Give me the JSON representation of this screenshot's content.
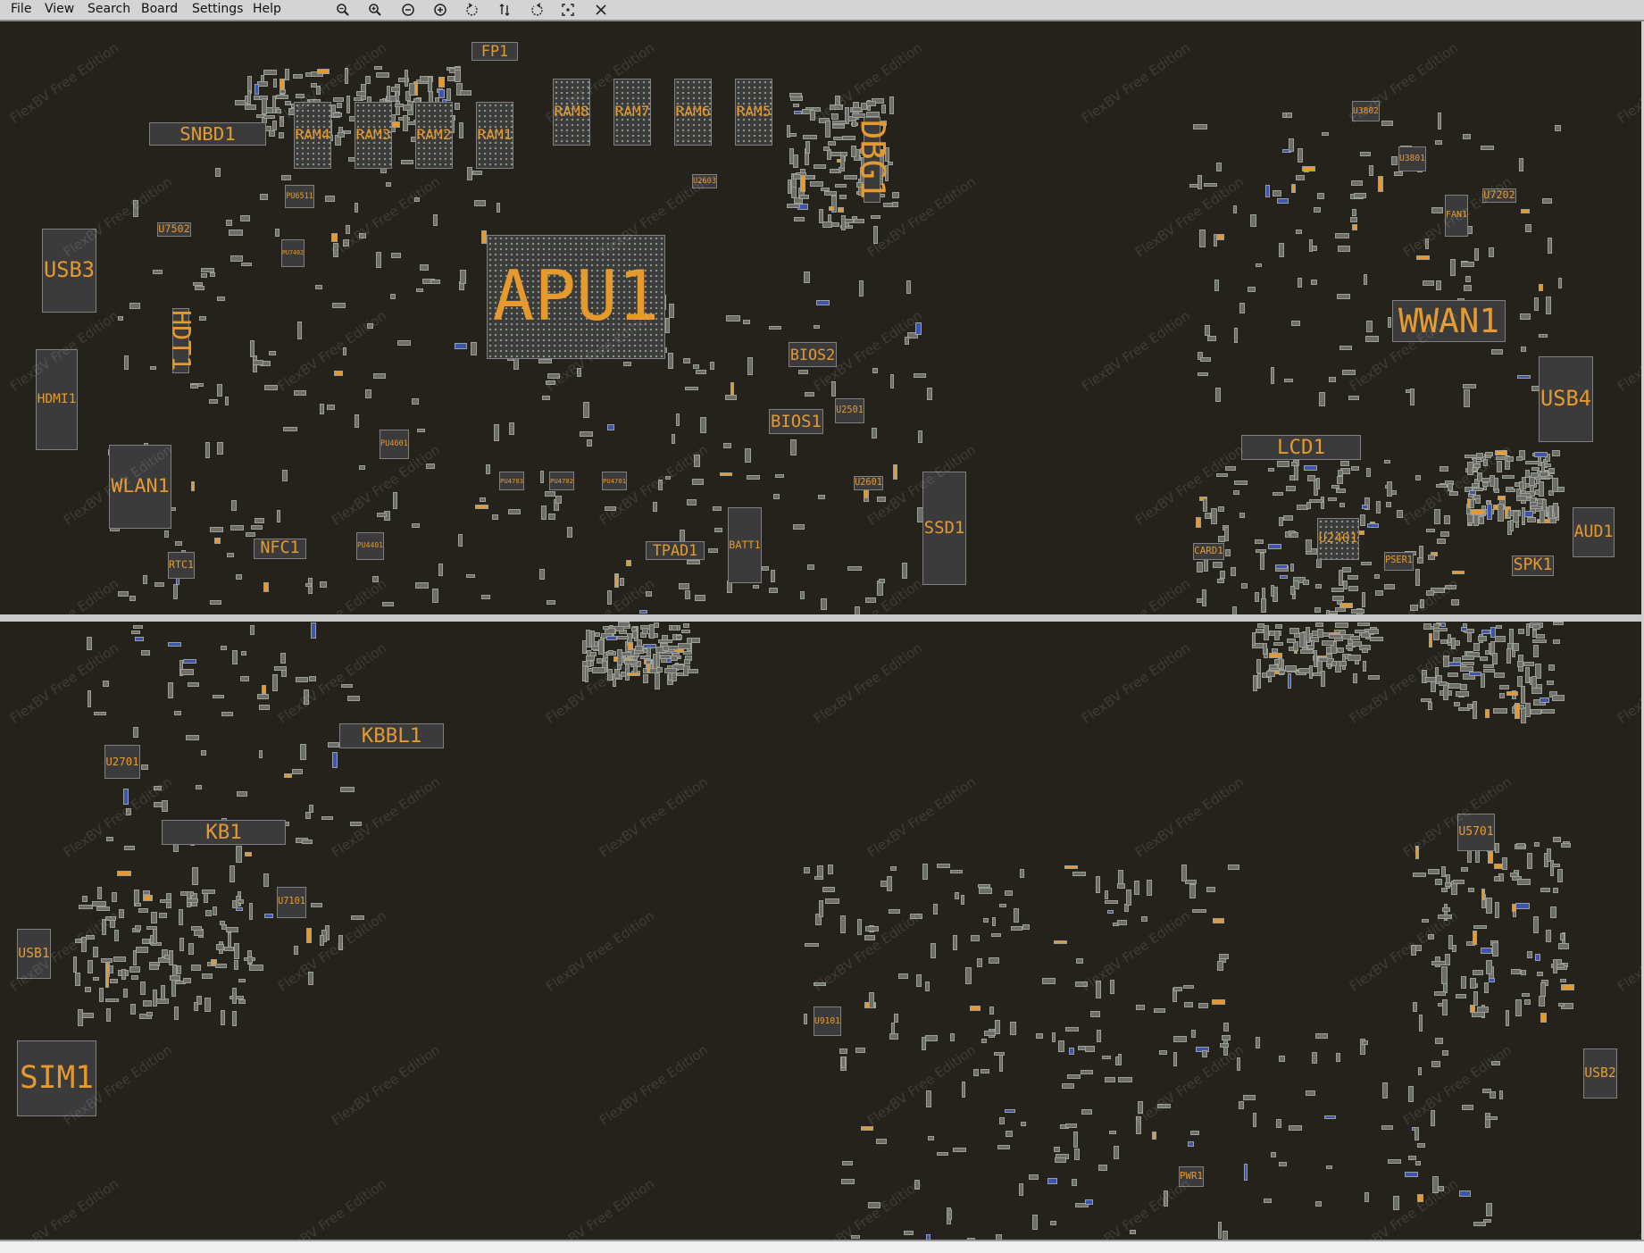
{
  "menu": [
    "File",
    "View",
    "Search",
    "Board",
    "Settings",
    "Help"
  ],
  "toolbar": [
    {
      "icon": "zoom-out-icon",
      "name": "zoom-out-button"
    },
    {
      "icon": "zoom-in-icon",
      "name": "zoom-in-button"
    },
    {
      "icon": "minus-circle-icon",
      "name": "zoom-decrease-button"
    },
    {
      "icon": "plus-circle-icon",
      "name": "zoom-increase-button"
    },
    {
      "icon": "rotate-ccw-icon",
      "name": "rotate-left-button"
    },
    {
      "icon": "flip-icon",
      "name": "flip-board-button"
    },
    {
      "icon": "rotate-cw-icon",
      "name": "rotate-right-button"
    },
    {
      "icon": "fit-screen-icon",
      "name": "fit-view-button"
    },
    {
      "icon": "close-icon",
      "name": "close-board-button"
    }
  ],
  "watermark": "FlexBV Free Edition",
  "colors": {
    "background": "#25221c",
    "label": "#e69a2e",
    "part": "#6e6e68"
  },
  "top_components": [
    "FP1",
    "SNBD1",
    "RAM4",
    "RAM3",
    "RAM2",
    "RAM1",
    "RAM8",
    "RAM7",
    "RAM6",
    "RAM5",
    "USB3",
    "APU1",
    "HDMI1",
    "WLAN1",
    "NFC1",
    "RTC1",
    "BIOS2",
    "BIOS1",
    "TPAD1",
    "BATT1",
    "SSD1",
    "LCD1",
    "WWAN1",
    "USB4",
    "AUD1",
    "SPK1",
    "U2401",
    "CARD1",
    "PSER1",
    "U3802",
    "U3801",
    "FAN1",
    "U7202",
    "U7502",
    "PU6511",
    "PU7402",
    "HDT1",
    "U2603",
    "DBG1",
    "PU4601",
    "PU4401",
    "PU4703",
    "PU4702",
    "PU4701",
    "U2501",
    "U2601"
  ],
  "bottom_components": [
    "KBBL1",
    "KB1",
    "U2701",
    "U7101",
    "USB1",
    "SIM1",
    "U5701",
    "U9101",
    "USB2",
    "PWR1"
  ]
}
